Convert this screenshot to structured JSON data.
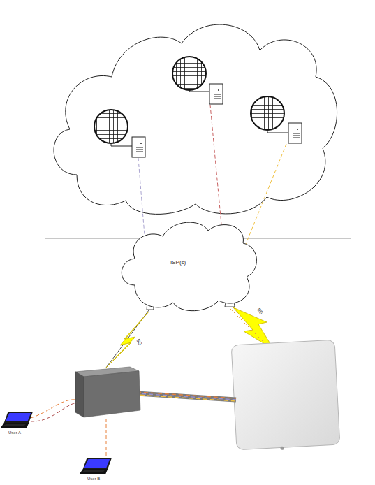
{
  "diagram": {
    "nodes": [
      {
        "text": [
          "ISP(s)"
        ]
      },
      {
        "text": [
          "User A"
        ]
      },
      {
        "text": [
          "User B"
        ]
      }
    ],
    "labels": [
      "5G",
      "5G"
    ]
  }
}
